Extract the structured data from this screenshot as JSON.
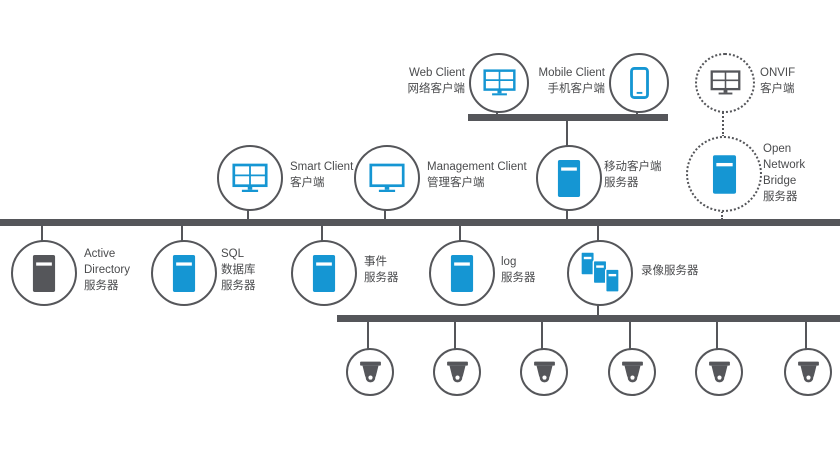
{
  "colors": {
    "accent_blue": "#1596d3",
    "neutral_dark": "#55565a",
    "text": "#4a4b4d"
  },
  "nodes": {
    "web_client": {
      "icon": "video-wall-monitor",
      "lines": [
        "Web Client",
        "网络客户端"
      ]
    },
    "mobile_client": {
      "icon": "smartphone",
      "lines": [
        "Mobile Client",
        "手机客户端"
      ]
    },
    "onvif_client": {
      "icon": "video-wall-monitor",
      "lines": [
        "ONVIF",
        "客户端"
      ]
    },
    "smart_client": {
      "icon": "video-wall-monitor",
      "lines": [
        "Smart Client",
        "客户端"
      ]
    },
    "management_client": {
      "icon": "monitor",
      "lines": [
        "Management Client",
        "管理客户端"
      ]
    },
    "mobile_server": {
      "icon": "server",
      "lines": [
        "移动客户端",
        "服务器"
      ]
    },
    "open_network_bridge": {
      "icon": "server",
      "lines": [
        "Open",
        "Network",
        "Bridge",
        "服务器"
      ]
    },
    "active_directory": {
      "icon": "server",
      "lines": [
        "Active",
        "Directory",
        "服务器"
      ]
    },
    "sql_server": {
      "icon": "server",
      "lines": [
        "SQL",
        "数据库",
        "服务器"
      ]
    },
    "event_server": {
      "icon": "server",
      "lines": [
        "事件",
        "服务器"
      ]
    },
    "log_server": {
      "icon": "server",
      "lines": [
        "log",
        "服务器"
      ]
    },
    "recording_server": {
      "icon": "server-stack",
      "lines": [
        "录像服务器"
      ]
    },
    "cameras": {
      "icon": "dome-camera",
      "count": 6
    }
  }
}
